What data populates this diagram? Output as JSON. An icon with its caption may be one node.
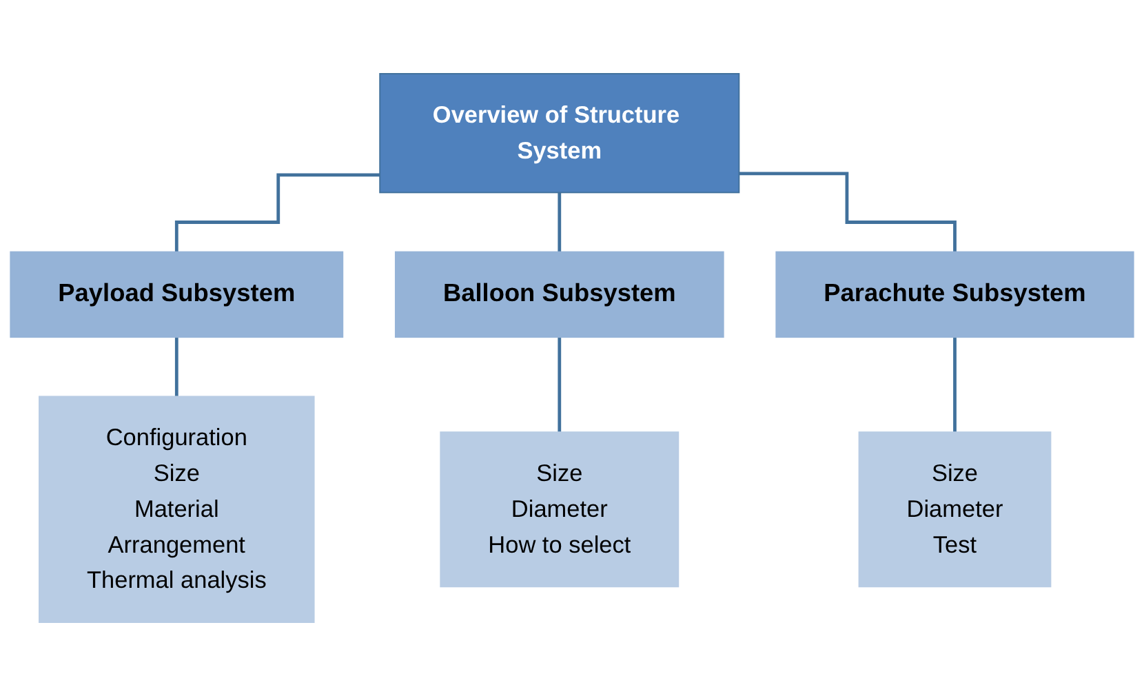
{
  "diagram": {
    "nodes": [
      {
        "text": [
          "Overview of Structure System"
        ]
      },
      {
        "text": [
          "Payload Subsystem"
        ]
      },
      {
        "text": [
          "Balloon Subsystem"
        ]
      },
      {
        "text": [
          "Parachute Subsystem"
        ]
      },
      {
        "text": [
          "Configuration",
          "Size",
          "Material",
          "Arrangement",
          "Thermal analysis"
        ]
      },
      {
        "text": [
          "Size",
          "Diameter",
          "How to select"
        ]
      },
      {
        "text": [
          "Size",
          "Diameter",
          "Test"
        ]
      }
    ],
    "edges": [
      {
        "from": 0,
        "to": 1,
        "arrow": "none"
      },
      {
        "from": 0,
        "to": 2,
        "arrow": "none"
      },
      {
        "from": 0,
        "to": 3,
        "arrow": "none"
      },
      {
        "from": 1,
        "to": 4,
        "arrow": "none"
      },
      {
        "from": 2,
        "to": 5,
        "arrow": "none"
      },
      {
        "from": 3,
        "to": 6,
        "arrow": "none"
      }
    ]
  }
}
